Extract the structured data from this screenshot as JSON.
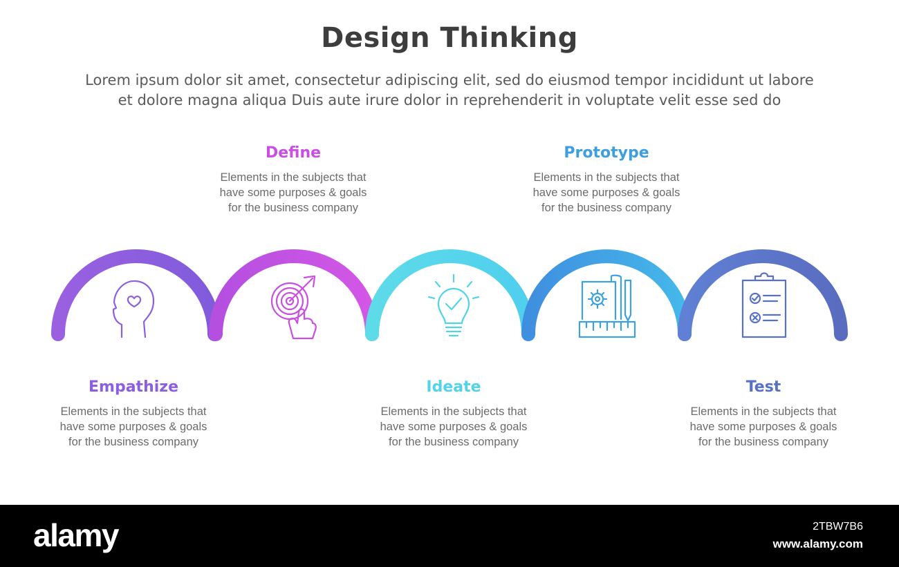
{
  "header": {
    "title": "Design Thinking",
    "subtitle_line1": "Lorem ipsum dolor sit amet, consectetur adipiscing elit, sed do eiusmod tempor incididunt ut labore",
    "subtitle_line2": "et dolore magna aliqua Duis aute irure dolor in reprehenderit in voluptate velit esse sed do"
  },
  "steps": [
    {
      "title": "Empathize",
      "color": "#8b5fe0",
      "icon": "head-heart-icon",
      "desc1": "Elements in the subjects that",
      "desc2": "have  some purposes & goals",
      "desc3": "for the  business company"
    },
    {
      "title": "Define",
      "color": "#c94fe2",
      "icon": "target-arrow-icon",
      "desc1": "Elements in the subjects that",
      "desc2": "have  some purposes & goals",
      "desc3": "for the  business company"
    },
    {
      "title": "Ideate",
      "color": "#52d3ea",
      "icon": "lightbulb-check-icon",
      "desc1": "Elements in the subjects that",
      "desc2": "have  some purposes & goals",
      "desc3": "for the  business company"
    },
    {
      "title": "Prototype",
      "color": "#3e9fe0",
      "icon": "blueprint-tools-icon",
      "desc1": "Elements in the subjects that",
      "desc2": "have  some purposes & goals",
      "desc3": "for the  business company"
    },
    {
      "title": "Test",
      "color": "#5771c6",
      "icon": "checklist-clipboard-icon",
      "desc1": "Elements in the subjects that",
      "desc2": "have  some purposes & goals",
      "desc3": "for the  business company"
    }
  ],
  "footer": {
    "brand": "alamy",
    "image_id": "2TBW7B6",
    "site": "www.alamy.com"
  }
}
